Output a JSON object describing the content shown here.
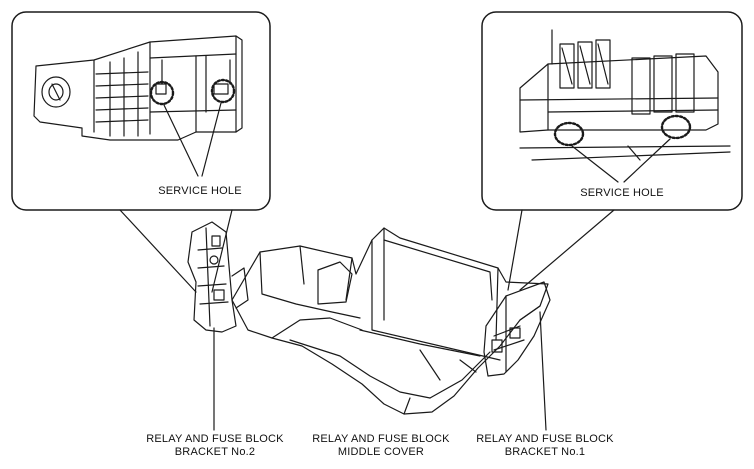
{
  "diagram": {
    "callouts": [
      {
        "id": "left-callout",
        "text": "SERVICE HOLE"
      },
      {
        "id": "right-callout",
        "text": "SERVICE HOLE"
      }
    ],
    "labels": [
      {
        "id": "bracket-no2",
        "line1": "RELAY AND FUSE BLOCK",
        "line2": "BRACKET No.2"
      },
      {
        "id": "middle-cover",
        "line1": "RELAY AND FUSE BLOCK",
        "line2": "MIDDLE COVER"
      },
      {
        "id": "bracket-no1",
        "line1": "RELAY AND FUSE BLOCK",
        "line2": "BRACKET No.1"
      }
    ],
    "style": {
      "line_color": "#1a1a1a",
      "background": "#ffffff"
    }
  }
}
